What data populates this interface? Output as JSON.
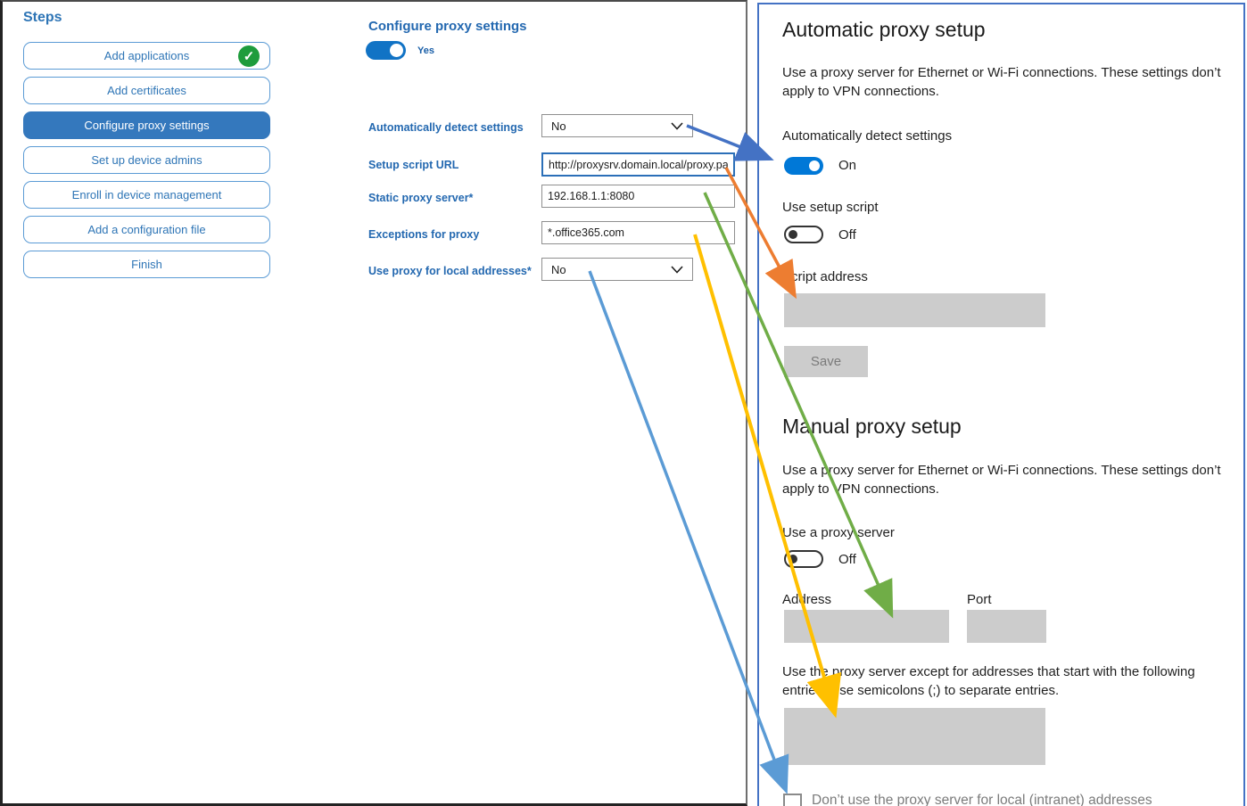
{
  "sidebar": {
    "title": "Steps",
    "items": [
      {
        "label": "Add applications",
        "completed": true,
        "selected": false
      },
      {
        "label": "Add certificates",
        "completed": false,
        "selected": false
      },
      {
        "label": "Configure proxy settings",
        "completed": false,
        "selected": true
      },
      {
        "label": "Set up device admins",
        "completed": false,
        "selected": false
      },
      {
        "label": "Enroll in device management",
        "completed": false,
        "selected": false
      },
      {
        "label": "Add a configuration file",
        "completed": false,
        "selected": false
      },
      {
        "label": "Finish",
        "completed": false,
        "selected": false
      }
    ]
  },
  "form": {
    "title": "Configure proxy settings",
    "enable_toggle": {
      "label": "Yes",
      "state": "on"
    },
    "fields": [
      {
        "label": "Automatically detect settings",
        "type": "select",
        "value": "No"
      },
      {
        "label": "Setup script URL",
        "type": "text",
        "value": "http://proxysrv.domain.local/proxy.pa",
        "focused": true
      },
      {
        "label": "Static proxy server*",
        "type": "text",
        "value": "192.168.1.1:8080"
      },
      {
        "label": "Exceptions for proxy",
        "type": "text",
        "value": "*.office365.com"
      },
      {
        "label": "Use proxy for local addresses*",
        "type": "select",
        "value": "No"
      }
    ]
  },
  "settings_panel": {
    "automatic": {
      "heading": "Automatic proxy setup",
      "description": "Use a proxy server for Ethernet or Wi-Fi connections. These settings don’t apply to VPN connections.",
      "detect_label": "Automatically detect settings",
      "detect_state": "On",
      "script_toggle_label": "Use setup script",
      "script_toggle_state": "Off",
      "script_address_label": "Script address",
      "save_button": "Save"
    },
    "manual": {
      "heading": "Manual proxy setup",
      "description": "Use a proxy server for Ethernet or Wi-Fi connections. These settings don’t apply to VPN connections.",
      "proxy_toggle_label": "Use a proxy server",
      "proxy_toggle_state": "Off",
      "address_label": "Address",
      "port_label": "Port",
      "exceptions_description": "Use the proxy server except for addresses that start with the following entries. Use semicolons (;) to separate entries.",
      "local_checkbox_label": "Don’t use the proxy server for local (intranet) addresses",
      "local_checkbox_checked": false
    }
  },
  "annotations": {
    "arrows": [
      {
        "name": "detect-settings-arrow",
        "color": "#4472C4"
      },
      {
        "name": "setup-script-url-arrow",
        "color": "#ED7D31"
      },
      {
        "name": "static-proxy-server-arrow",
        "color": "#70AD47"
      },
      {
        "name": "proxy-exceptions-arrow",
        "color": "#FFC000"
      },
      {
        "name": "local-addresses-arrow",
        "color": "#5B9BD5"
      }
    ]
  },
  "colors": {
    "accent_toggle_on": "#0078D7",
    "wizard_blue": "#2E75B6",
    "selected_step_bg": "#3478BD",
    "completed_check_green": "#1E9C3C",
    "panel_border": "#4472C4",
    "disabled_field_gray": "#cccccc"
  }
}
